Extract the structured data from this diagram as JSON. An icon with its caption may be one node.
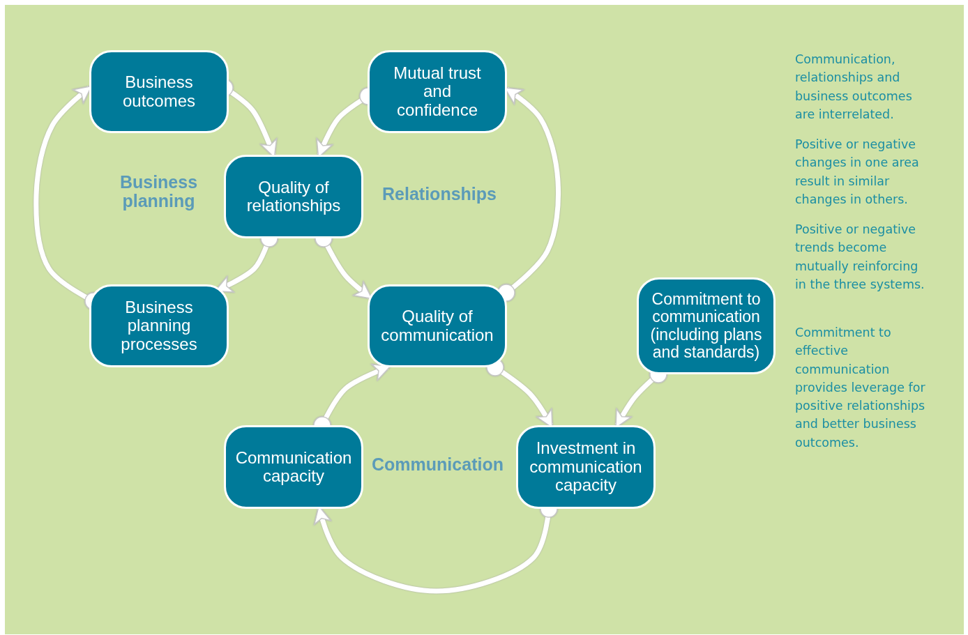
{
  "diagram": {
    "nodes": [
      {
        "text": [
          "Business outcomes"
        ]
      },
      {
        "text": [
          "Mutual trust and confidence"
        ]
      },
      {
        "text": [
          "Quality of relationships"
        ]
      },
      {
        "text": [
          "Business planning processes"
        ]
      },
      {
        "text": [
          "Quality of communication"
        ]
      },
      {
        "text": [
          "Commitment to communication (including plans and standards)"
        ]
      },
      {
        "text": [
          "Communication capacity"
        ]
      },
      {
        "text": [
          "Investment in communication capacity"
        ]
      }
    ],
    "edges": [
      {
        "from": 0,
        "to": 2,
        "arrow": "to"
      },
      {
        "from": 1,
        "to": 2,
        "arrow": "to"
      },
      {
        "from": 2,
        "to": 3,
        "arrow": "to"
      },
      {
        "from": 3,
        "to": 0,
        "arrow": "to"
      },
      {
        "from": 2,
        "to": 4,
        "arrow": "to"
      },
      {
        "from": 4,
        "to": 1,
        "arrow": "to"
      },
      {
        "from": 4,
        "to": 7,
        "arrow": "to"
      },
      {
        "from": 5,
        "to": 7,
        "arrow": "to"
      },
      {
        "from": 7,
        "to": 6,
        "arrow": "to"
      },
      {
        "from": 6,
        "to": 4,
        "arrow": "to"
      }
    ],
    "labels": [
      "Business planning",
      "Relationships",
      "Communication",
      "Communication, relationships and business outcomes are interrelated.",
      "Positive or negative changes in one area result in similar changes in others.",
      "Positive or negative trends become mutually reinforcing in the three systems.",
      "Commitment to effective communication provides leverage for positive relationships and better business outcomes."
    ]
  }
}
